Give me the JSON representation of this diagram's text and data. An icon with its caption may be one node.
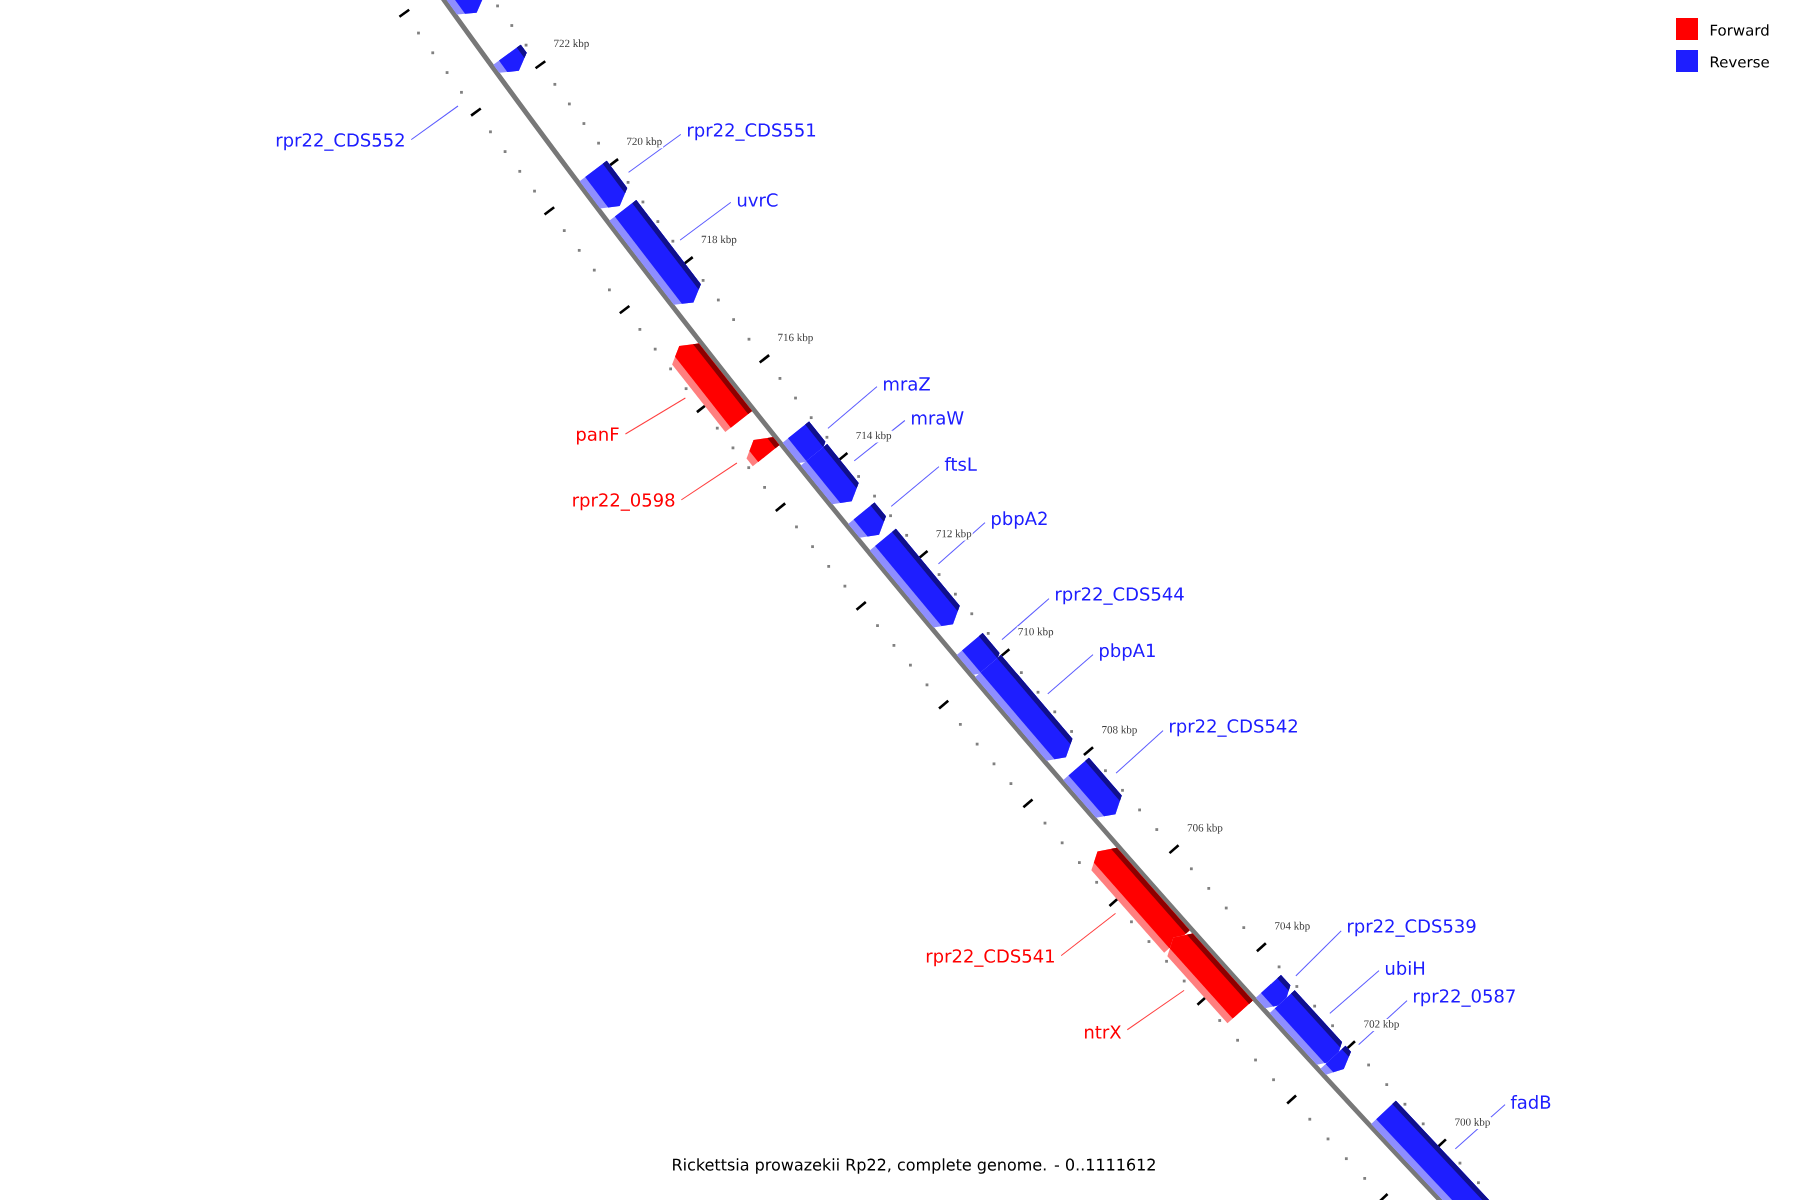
{
  "diagram": {
    "caption": "Rickettsia prowazekii Rp22, complete genome. - 0..1111612",
    "nodes": [
      {
        "text": [],
        "shape": "bar"
      },
      {
        "text": [],
        "shape": "bar"
      },
      {
        "text": [
          "rpr22_CDS552"
        ]
      },
      {
        "text": [
          "rpr22_CDS551"
        ]
      },
      {
        "text": [],
        "shape": "bar"
      },
      {
        "text": [
          "uvrC"
        ]
      },
      {
        "text": [],
        "shape": "bar"
      },
      {
        "text": [
          "panF"
        ]
      },
      {
        "text": [],
        "shape": "bar"
      },
      {
        "text": [
          "rpr22_0598"
        ]
      },
      {
        "text": [],
        "shape": "bar"
      },
      {
        "text": [
          "mraZ"
        ]
      },
      {
        "text": [],
        "shape": "bar"
      },
      {
        "text": [
          "mraW"
        ]
      },
      {
        "text": [],
        "shape": "bar"
      },
      {
        "text": [
          "ftsL"
        ]
      },
      {
        "text": [],
        "shape": "bar"
      },
      {
        "text": [
          "pbpA2"
        ]
      },
      {
        "text": [],
        "shape": "bar"
      },
      {
        "text": [
          "rpr22_CDS544"
        ]
      },
      {
        "text": [],
        "shape": "bar"
      },
      {
        "text": [
          "pbpA1"
        ]
      },
      {
        "text": [],
        "shape": "bar"
      },
      {
        "text": [
          "rpr22_CDS542"
        ]
      },
      {
        "text": [],
        "shape": "bar"
      },
      {
        "text": [
          "rpr22_CDS541"
        ]
      },
      {
        "text": [],
        "shape": "bar"
      },
      {
        "text": [
          "ntrX"
        ]
      },
      {
        "text": [],
        "shape": "bar"
      },
      {
        "text": [
          "rpr22_CDS539"
        ]
      },
      {
        "text": [],
        "shape": "bar"
      },
      {
        "text": [
          "ubiH"
        ]
      },
      {
        "text": [],
        "shape": "bar"
      },
      {
        "text": [
          "rpr22_0587"
        ]
      },
      {
        "text": [],
        "shape": "bar"
      },
      {
        "text": [
          "fadB"
        ]
      },
      {
        "text": [],
        "shape": "bar"
      }
    ],
    "edges": [
      {
        "from": 2,
        "to": null,
        "arrow": "none"
      },
      {
        "from": 3,
        "to": 4,
        "arrow": "none"
      },
      {
        "from": 5,
        "to": 6,
        "arrow": "none"
      },
      {
        "from": 7,
        "to": 8,
        "arrow": "none",
        "color": "#ff4040"
      },
      {
        "from": 9,
        "to": 10,
        "arrow": "none",
        "color": "#ff4040"
      },
      {
        "from": 11,
        "to": 12,
        "arrow": "none"
      },
      {
        "from": 13,
        "to": 14,
        "arrow": "none"
      },
      {
        "from": 15,
        "to": 16,
        "arrow": "none"
      },
      {
        "from": 17,
        "to": 18,
        "arrow": "none"
      },
      {
        "from": 19,
        "to": 20,
        "arrow": "none"
      },
      {
        "from": 21,
        "to": 22,
        "arrow": "none"
      },
      {
        "from": 23,
        "to": 24,
        "arrow": "none"
      },
      {
        "from": 25,
        "to": 26,
        "arrow": "none",
        "color": "#ff4040"
      },
      {
        "from": 27,
        "to": 28,
        "arrow": "none",
        "color": "#ff4040"
      },
      {
        "from": 29,
        "to": 30,
        "arrow": "none"
      },
      {
        "from": 31,
        "to": 32,
        "arrow": "none"
      },
      {
        "from": 33,
        "to": 34,
        "arrow": "none"
      },
      {
        "from": 35,
        "to": 36,
        "arrow": "none"
      }
    ],
    "labels": [
      "722 kbp",
      "720 kbp",
      "718 kbp",
      "716 kbp",
      "714 kbp",
      "712 kbp",
      "710 kbp",
      "708 kbp",
      "706 kbp",
      "704 kbp",
      "702 kbp",
      "700 kbp"
    ],
    "legend": [
      {
        "text": "Forward",
        "color": "#ff0000"
      },
      {
        "text": "Reverse",
        "color": "#1e1eff"
      }
    ]
  }
}
